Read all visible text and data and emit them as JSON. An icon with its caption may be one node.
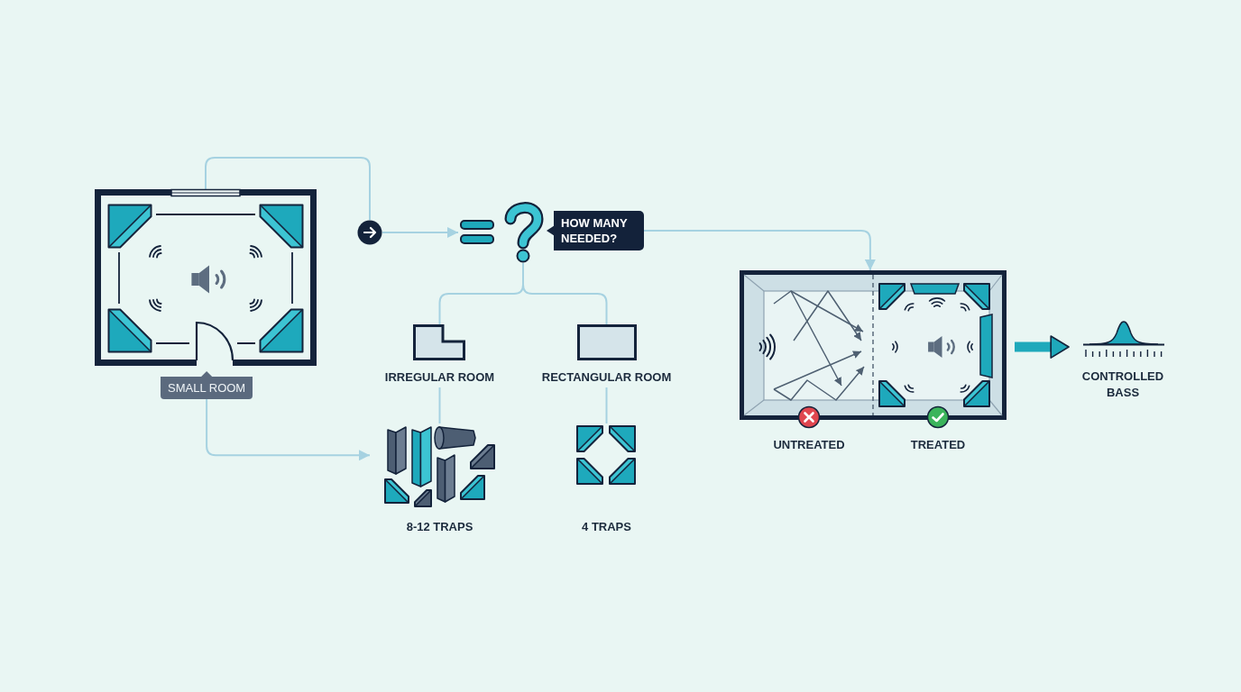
{
  "diagram": {
    "nodes": [
      {
        "text": [],
        "shape": "picture"
      },
      {
        "text": [
          "SMALL ROOM"
        ]
      },
      {
        "text": [],
        "shape": "circle"
      },
      {
        "text": [],
        "shape": "picture"
      },
      {
        "text": [
          "HOW MANY NEEDED?"
        ]
      },
      {
        "text": [
          "IRREGULAR ROOM"
        ]
      },
      {
        "text": [
          "RECTANGULAR ROOM"
        ]
      },
      {
        "text": [
          "8-12 TRAPS"
        ]
      },
      {
        "text": [
          "4 TRAPS"
        ]
      },
      {
        "text": [
          "UNTREATED",
          "TREATED"
        ]
      },
      {
        "text": [
          "CONTROLLED BASS"
        ]
      }
    ],
    "edges": [
      {
        "from": 0,
        "to": 2,
        "arrow": "none"
      },
      {
        "from": 2,
        "to": 3,
        "arrow": "to"
      },
      {
        "from": 3,
        "to": 5,
        "arrow": "none"
      },
      {
        "from": 3,
        "to": 6,
        "arrow": "none"
      },
      {
        "from": 4,
        "to": 9,
        "arrow": "to"
      },
      {
        "from": 1,
        "to": 7,
        "arrow": "to"
      },
      {
        "from": 5,
        "to": 7,
        "arrow": "none"
      },
      {
        "from": 6,
        "to": 8,
        "arrow": "none"
      },
      {
        "from": 9,
        "to": 10,
        "arrow": "to",
        "style": "thick",
        "color": "#1fa9bb"
      }
    ]
  }
}
